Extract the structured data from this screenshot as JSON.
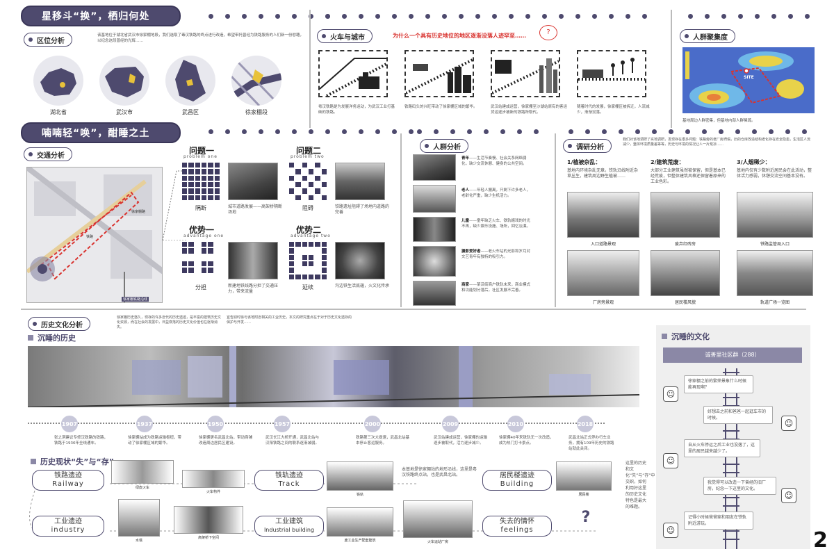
{
  "section1": {
    "banner": "星移斗“换”，栖归何处",
    "location": {
      "pill": "区位分析",
      "desc": "该基地位于湖北省武汉市徐家棚地段，我们选取了毒汉铁路的终点进行改造，希望带托曾经为铁路服务的人们新一份慰藉，以纪念这段曾经的光辉……",
      "maps": [
        "湖北省",
        "武汉市",
        "武昌区",
        "徐家棚段"
      ]
    }
  },
  "trains": {
    "pill": "火车与城市",
    "question": "为什么一个具有历史地位的地区逐渐没落人迹罕至……",
    "captions": [
      "粤汉铁路是为发展洋务运动，为武汉工业打基础的铁路。",
      "铁路码头的兴旺带动了徐家棚区域的繁华。",
      "武汉站建成运营，徐家棚至沙湖站原有的客运货运逐步被新的铁路所取代。",
      "随着时代的发展，徐家棚区被拆迁，人流减少，渐渐没落。"
    ]
  },
  "crowd": {
    "pill": "人群聚集度",
    "site": "SITE",
    "caption": "基地周边人群密集，但基地内部人群稀疏。"
  },
  "section2": {
    "banner": "喃喃轻“唤”，酣睡之土"
  },
  "traffic": {
    "pill": "交通分析",
    "road_label": "铁路",
    "road_label2": "徐家棚路",
    "street": "徐家棚铁路沿线",
    "problem1": {
      "title": "问题一",
      "sub": "problem one",
      "icon_label": "隔断",
      "photo_caption": "城市道路发展——高架桥隔断场地"
    },
    "problem2": {
      "title": "问题二",
      "sub": "problem two",
      "icon_label": "阻碍",
      "photo_caption": "铁路遗址阻碍了场地内道路的完善"
    },
    "advantage1": {
      "title": "优势一",
      "sub": "advantage one",
      "icon_label": "分担",
      "photo_caption": "新建地铁线路分担了交通压力，带来流量"
    },
    "advantage2": {
      "title": "优势二",
      "sub": "advantage two",
      "icon_label": "延续",
      "photo_caption": "沟边铁生活底蕴，火文化传承"
    }
  },
  "people": {
    "pill": "人群分析",
    "items": [
      {
        "name": "青年",
        "text": "——生活节奏慢、社会关系网络弱化，缺少交流休憩、健身的公共空间。"
      },
      {
        "name": "老人",
        "text": "——年轻人搬离，只剩下许多老人，老龄化严重，缺少生机活力。"
      },
      {
        "name": "儿童",
        "text": "——童年缺乏火车、铁轨嬉戏的时光不再，缺少娱乐设施、场所，回忆淡漠。"
      },
      {
        "name": "摄影爱好者",
        "text": "——老火车站的光影和岁月对文艺青年有独特的吸引力。"
      },
      {
        "name": "商家",
        "text": "——某沿街商户铁轨未来，商业模式和功能划分落后，社区发展不完善。"
      }
    ]
  },
  "survey": {
    "pill": "调研分析",
    "intro": "我们对该地调研了实地调研，发现存在很多问题：铁路旁的老厂房坍塌，旧的仓库改造结构老化存在安全隐患，生活区人流减少，整体环境质量差等等，历史与环境的情况让人一片荒凉……",
    "points": [
      {
        "title": "1/植被杂乱：",
        "text": "基地内环境杂乱无章。铁轨沿线附近杂草丛生，建筑周边野生植被……"
      },
      {
        "title": "2/建筑荒废：",
        "text": "大部分工业建筑虽然被保留，但是基本已经荒废，但整体建筑风格还保留着原来的工业色彩。"
      },
      {
        "title": "3/人烟稀少：",
        "text": "基地内仅有少数附近居民会在此活动，整体活力感弱，休憩交流空间基本没有。"
      }
    ],
    "photos": [
      "入口道路景观",
      "废弃红砖房",
      "铁路监管局入口",
      "厂房旁景观",
      "居民楼风貌",
      "轨道广场一览图"
    ]
  },
  "history": {
    "pill": "历史文化分析",
    "intro1": "徐家棚历史悠久，现存的许多近代的历史遗迹，是丰富的建筑历史文化资源，而在社会的发展中，日益衰落的历史文化价值也在逐渐消失。",
    "intro2": "宜告别时徐与该地附近相关的工业历史，本文的研究重点在于对于历史文化遗存的保护与开发……",
    "sleeping_history": "沉睡的历史",
    "timeline": [
      {
        "year": "1907",
        "text": "张之洞建议专修汉铁路的铁路，铁路于1936年全线通车。"
      },
      {
        "year": "1937",
        "text": "徐家棚站成为铁路运输枢纽，带动了徐家棚区域的繁华。"
      },
      {
        "year": "1950",
        "text": "徐家棚更名武昌北站，带动商铺改造周边居民区建设。"
      },
      {
        "year": "1957",
        "text": "武汉长江大桥开通，武昌北站与汉阳铁路之间的联系逐渐减弱。"
      },
      {
        "year": "2000",
        "text": "铁路第三次大提速，武昌北站基本停止客运服务。"
      },
      {
        "year": "2009",
        "text": "武汉站建成运营，徐家棚的运输逐步被取代，活力逐步减少。"
      },
      {
        "year": "2010",
        "text": "徐家棚40年来铁轨无一次改造，成为热门打卡景点。"
      },
      {
        "year": "2018",
        "text": "武昌北站正式停办行车业务，拥有109年历史的铁路站就此关闭。"
      }
    ],
    "status_title": "历史现状“失”与“存”",
    "status": [
      {
        "cn": "铁路遗迹",
        "en": "Railway"
      },
      {
        "cn": "铁轨遗迹",
        "en": "Track"
      },
      {
        "cn": "居民楼遗迹",
        "en": "Building"
      },
      {
        "cn": "工业遗迹",
        "en": "industry"
      },
      {
        "cn": "工业建筑",
        "en": "Industrial building"
      },
      {
        "cn": "失去的情怀",
        "en": "feelings"
      }
    ],
    "photo_labels": [
      "绿皮火车",
      "火车构件",
      "铁轨",
      "居民楼",
      "水塔",
      "高架桥下空间",
      "废工业生产配套建筑",
      "火车运站厂房"
    ],
    "middle_note": "本基地是徐家棚站的地形沿线，这里是粤汉铁路终点站，也是武昌北站。",
    "right_note": "这里的历史和文化“失”与“存”中交织，如何利用好这里的历史文化特色是最大的难题。",
    "question_mark": "?"
  },
  "culture": {
    "title": "沉睡的文化",
    "group": "诚善里社区群（288）",
    "chats": [
      "徐家棚之前的繁荣景象什么时候能再现啊？",
      "好想去之前和爸爸一起逛车市的时候。",
      "自从火车停运之后工业也没落了，这里的居民越来越少了。",
      "我觉得可以改造一下曾经的旧厂房，纪念一下这里的文化。",
      "记得小时候爸爸家和朋友在铁轨附近游玩。"
    ]
  },
  "page_number": "2"
}
